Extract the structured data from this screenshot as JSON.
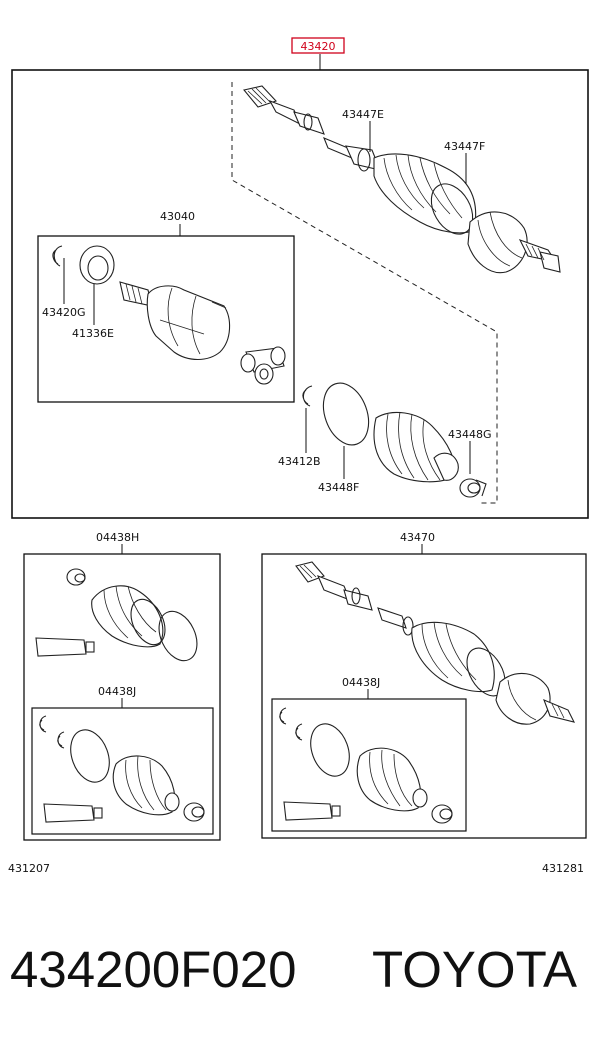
{
  "callouts": {
    "assembly": "43420",
    "shaft_boot_clamp": "43447E",
    "outer_boot_clamp": "43447F",
    "inner_joint_set": "43040",
    "snap_ring": "43420G",
    "dust_seal": "41336E",
    "hole_snap_ring": "43412B",
    "inner_boot_clamp": "43448F",
    "inner_small_clamp": "43448G",
    "outer_boot_kit": "04438H",
    "outer_boot_kit_sub": "04438J",
    "shaft_assembly": "43470",
    "inner_boot_kit_sub": "04438J",
    "ref_left": "431207",
    "ref_right": "431281"
  },
  "footer": {
    "part_number": "434200F020",
    "brand": "TOYOTA"
  },
  "colors": {
    "highlight": "#d0021b",
    "line": "#222222"
  }
}
